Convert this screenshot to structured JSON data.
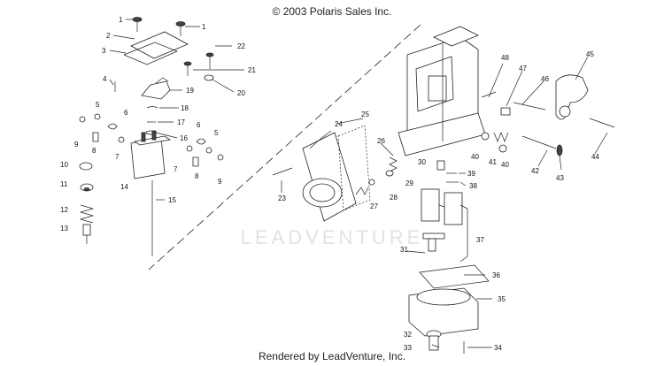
{
  "header": {
    "copyright": "© 2003 Polaris Sales Inc."
  },
  "footer": {
    "credit": "Rendered by LeadVenture, Inc."
  },
  "watermark": {
    "text": "LEADVENTURE"
  },
  "callouts": [
    "1",
    "1",
    "2",
    "3",
    "22",
    "21",
    "20",
    "4",
    "19",
    "18",
    "17",
    "16",
    "5",
    "6",
    "5",
    "6",
    "7",
    "7",
    "8",
    "8",
    "9",
    "9",
    "10",
    "11",
    "12",
    "13",
    "14",
    "15",
    "23",
    "24",
    "25",
    "26",
    "27",
    "28",
    "29",
    "30",
    "39",
    "38",
    "37",
    "31",
    "36",
    "35",
    "32",
    "33",
    "34",
    "40",
    "41",
    "40",
    "42",
    "43",
    "44",
    "45",
    "46",
    "47",
    "48"
  ]
}
